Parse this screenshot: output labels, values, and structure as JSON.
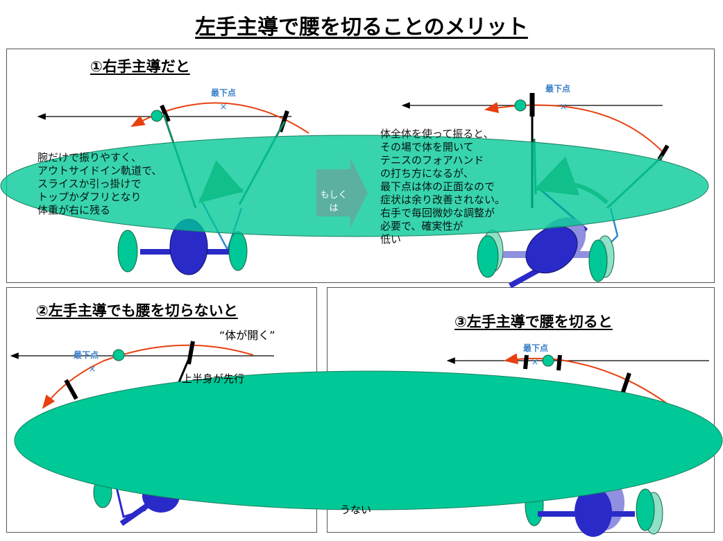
{
  "title": "左手主導で腰を切ることのメリット",
  "lowest_point_label": "最下点",
  "panels": [
    {
      "title": "①右手主導だと",
      "left_text": "腕だけで振りやすく、\nアウトサイドイン軌道で、\nスライスか引っ掛けで\nトップかダフリとなり\n体重が右に残る",
      "right_text": "体全体を使って振ると、\nその場で体を開いて\nテニスのフォアハンド\nの打ち方になるが、\n最下点は体の正面なので\n症状は余り改善されない。\n右手で毎回微妙な調整が\n必要で、確実性が\n低い"
    },
    {
      "title": "②左手主導でも腰を切らないと",
      "quote": "“体が開く”",
      "text": "上半身が先行\n\n\n\n\n"
    },
    {
      "title": "③左手主導で腰を切ると",
      "text": "\n\n\n\n\n\n\n\n\nうない"
    }
  ],
  "arrow_label": "もしくは",
  "colors": {
    "green": "#00c896",
    "green_light": "#8fe0c8",
    "blue": "#2a2ac8",
    "blue_light": "#9090e0",
    "swing_arc": "#e84010",
    "club": "#000000",
    "axis_mark": "#3a80c8"
  }
}
